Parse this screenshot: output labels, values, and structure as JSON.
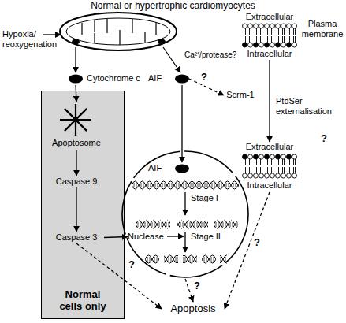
{
  "diagram": {
    "title": "Normal or hypertrophic cardiomyocytes",
    "nodes": [
      {
        "text": [
          "Extracellular",
          "Intracellular",
          "Plasma membrane"
        ]
      },
      {
        "text": [
          "Cytochrome c"
        ]
      },
      {
        "text": [
          "AIF"
        ]
      },
      {
        "text": [
          "Scrm-1"
        ]
      },
      {
        "text": [
          "Extracellular",
          "Intracellular"
        ]
      },
      {
        "text": [
          "Normal cells only"
        ]
      },
      {
        "text": [
          "Apoptosome"
        ],
        "in": 5
      },
      {
        "text": [
          "Caspase 9"
        ],
        "in": 5
      },
      {
        "text": [
          "Caspase 3"
        ],
        "in": 5
      },
      {
        "text": [
          "Stage I",
          "Stage II"
        ]
      },
      {
        "text": [
          "AIF"
        ],
        "in": 9
      },
      {
        "text": [
          "Nuclease"
        ],
        "in": 9
      },
      {
        "text": [
          "Apoptosis"
        ]
      }
    ],
    "edges": [
      {
        "from": 1,
        "to": 6,
        "arrow": "to"
      },
      {
        "from": 6,
        "to": 7,
        "arrow": "to"
      },
      {
        "from": 7,
        "to": 8,
        "arrow": "to"
      },
      {
        "from": 8,
        "to": 11,
        "arrow": "to"
      },
      {
        "from": 8,
        "to": 12,
        "label": "?",
        "arrow": "to"
      },
      {
        "from": 2,
        "to": 10,
        "arrow": "to"
      },
      {
        "from": 2,
        "to": 3,
        "label": "?",
        "arrow": "to"
      },
      {
        "from": 0,
        "to": 4,
        "label": "PtdSer externalisation",
        "arrow": "to"
      },
      {
        "from": 9,
        "to": 12,
        "label": "?",
        "arrow": "to"
      },
      {
        "from": 4,
        "to": 12,
        "label": "?",
        "arrow": "to"
      }
    ],
    "labels": [
      "Hypoxia/ reoxygenation",
      "Ca²⁺/protease?",
      "?"
    ]
  }
}
